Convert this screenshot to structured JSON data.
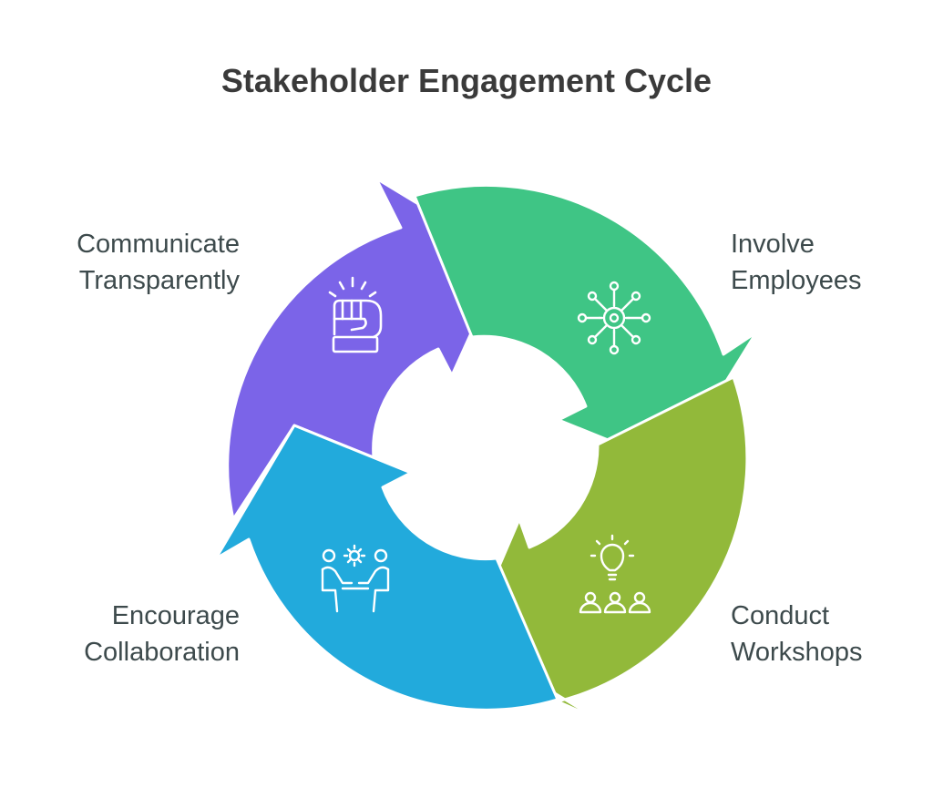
{
  "title": "Stakeholder Engagement Cycle",
  "steps": [
    {
      "line1": "Communicate",
      "line2": "Transparently",
      "color": "#7b64e8",
      "icon": "fist-icon"
    },
    {
      "line1": "Involve",
      "line2": "Employees",
      "color": "#3fc585",
      "icon": "network-gear-icon"
    },
    {
      "line1": "Conduct",
      "line2": "Workshops",
      "color": "#92b93a",
      "icon": "lightbulb-audience-icon"
    },
    {
      "line1": "Encourage",
      "line2": "Collaboration",
      "color": "#22aadc",
      "icon": "collaboration-icon"
    }
  ]
}
